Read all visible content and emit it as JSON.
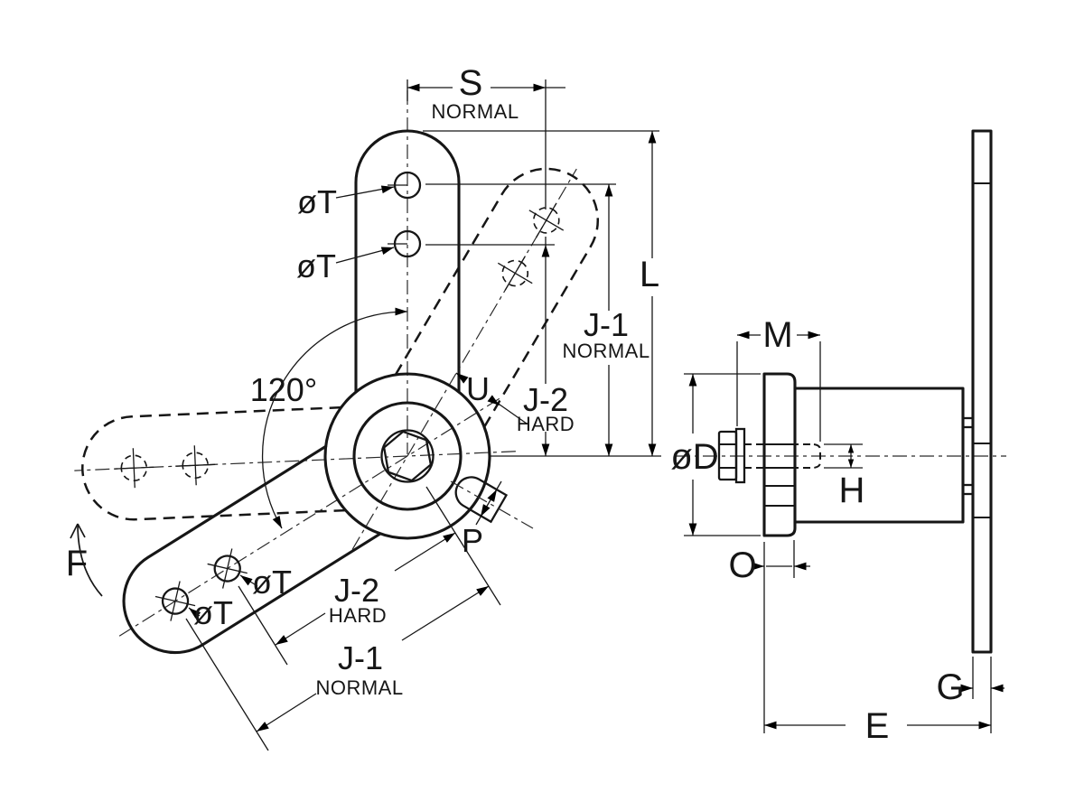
{
  "drawing": {
    "type": "technical-dimensional-drawing",
    "part": "lever arm with hub",
    "colors": {
      "line": "#161616",
      "background": "#ffffff"
    }
  },
  "front_view": {
    "angle": {
      "label": "120°"
    },
    "swing": {
      "label": "F"
    },
    "dims": {
      "s": {
        "label": "S",
        "qualifier": "NORMAL"
      },
      "l": {
        "label": "L"
      },
      "j1": {
        "label": "J-1",
        "qualifier": "NORMAL"
      },
      "j2": {
        "label": "J-2",
        "qualifier": "HARD"
      },
      "j1_arm": {
        "label": "J-1",
        "qualifier": "NORMAL"
      },
      "j2_arm": {
        "label": "J-2",
        "qualifier": "HARD"
      },
      "u": {
        "label": "U"
      },
      "p": {
        "label": "P"
      },
      "t1": {
        "label": "øT"
      },
      "t2": {
        "label": "øT"
      },
      "t3": {
        "label": "øT"
      },
      "t4": {
        "label": "øT"
      }
    }
  },
  "side_view": {
    "dims": {
      "m": {
        "label": "M"
      },
      "d": {
        "label": "øD"
      },
      "h": {
        "label": "H"
      },
      "o": {
        "label": "O"
      },
      "g": {
        "label": "G"
      },
      "e": {
        "label": "E"
      }
    }
  }
}
